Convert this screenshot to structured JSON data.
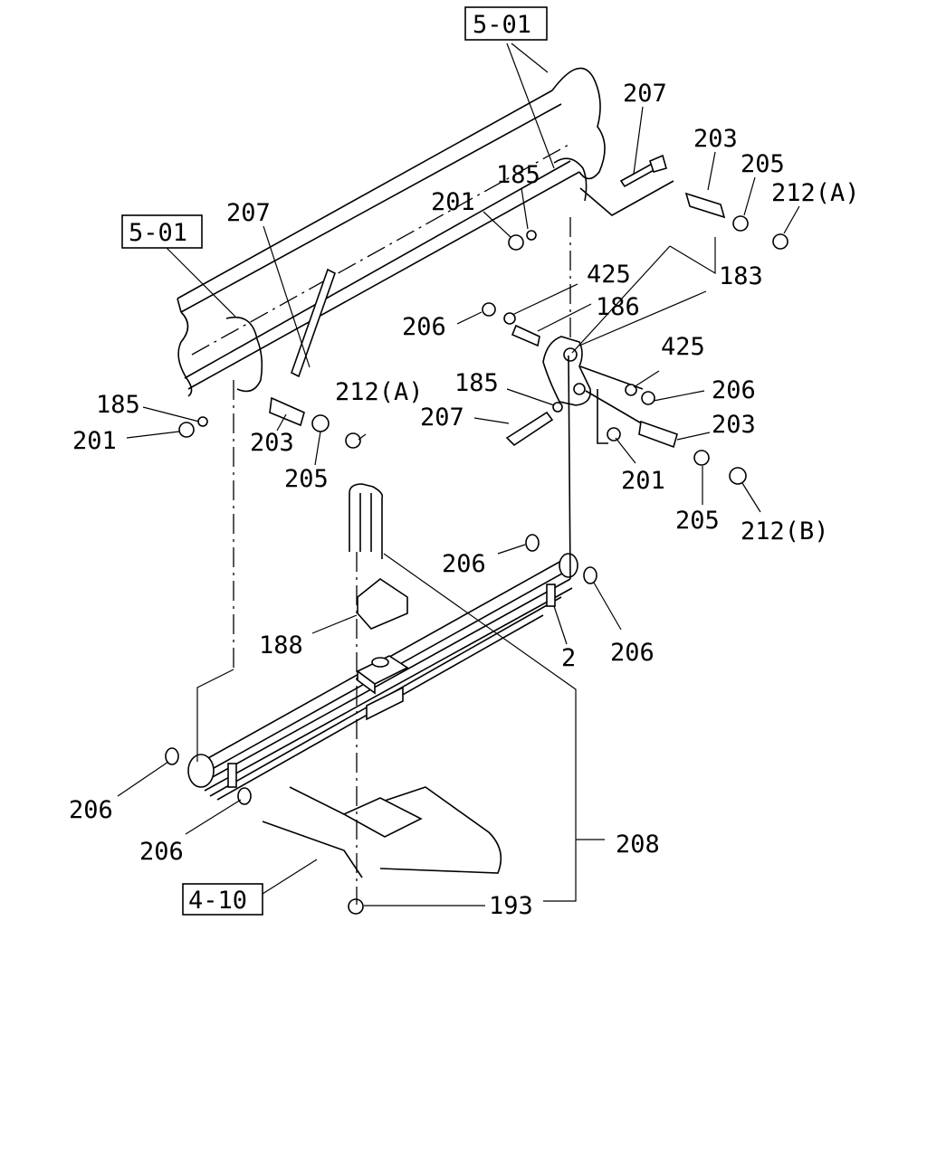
{
  "callouts": [
    {
      "id": "c-207-top",
      "label": "207"
    },
    {
      "id": "c-203-top",
      "label": "203"
    },
    {
      "id": "c-205-top",
      "label": "205"
    },
    {
      "id": "c-212a-top",
      "label": "212(A)"
    },
    {
      "id": "c-185-top",
      "label": "185"
    },
    {
      "id": "c-201-top",
      "label": "201"
    },
    {
      "id": "c-207-left",
      "label": "207"
    },
    {
      "id": "c-425-top",
      "label": "425"
    },
    {
      "id": "c-183",
      "label": "183"
    },
    {
      "id": "c-206-mid",
      "label": "206"
    },
    {
      "id": "c-186",
      "label": "186"
    },
    {
      "id": "c-425-right",
      "label": "425"
    },
    {
      "id": "c-185-mid",
      "label": "185"
    },
    {
      "id": "c-206-right",
      "label": "206"
    },
    {
      "id": "c-212a-left",
      "label": "212(A)"
    },
    {
      "id": "c-185-left",
      "label": "185"
    },
    {
      "id": "c-207-mid",
      "label": "207"
    },
    {
      "id": "c-203-right",
      "label": "203"
    },
    {
      "id": "c-201-left",
      "label": "201"
    },
    {
      "id": "c-203-left",
      "label": "203"
    },
    {
      "id": "c-201-right",
      "label": "201"
    },
    {
      "id": "c-205-left",
      "label": "205"
    },
    {
      "id": "c-205-right",
      "label": "205"
    },
    {
      "id": "c-212b",
      "label": "212(B)"
    },
    {
      "id": "c-206-spring",
      "label": "206"
    },
    {
      "id": "c-188",
      "label": "188"
    },
    {
      "id": "c-2",
      "label": "2"
    },
    {
      "id": "c-206-spring-right",
      "label": "206"
    },
    {
      "id": "c-206-low-left",
      "label": "206"
    },
    {
      "id": "c-206-low",
      "label": "206"
    },
    {
      "id": "c-208",
      "label": "208"
    },
    {
      "id": "c-193",
      "label": "193"
    }
  ],
  "references": [
    {
      "id": "ref-501-top",
      "label": "5-01"
    },
    {
      "id": "ref-501-left",
      "label": "5-01"
    },
    {
      "id": "ref-410",
      "label": "4-10"
    }
  ]
}
